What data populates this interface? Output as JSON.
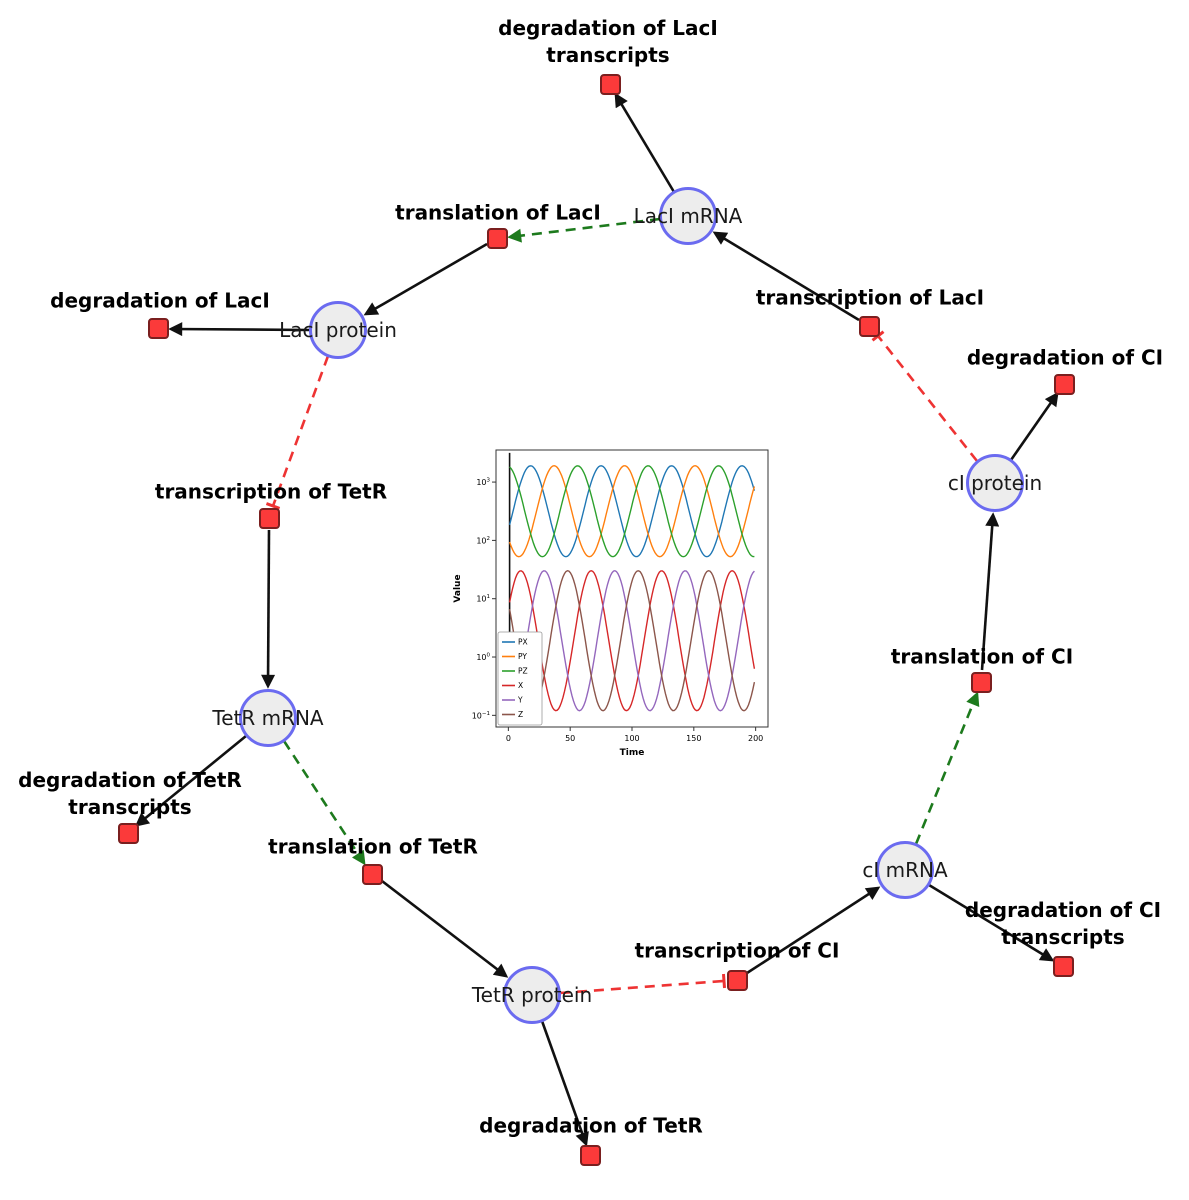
{
  "diagram": {
    "species": [
      {
        "id": "laci-mrna",
        "label": "LacI mRNA"
      },
      {
        "id": "laci-protein",
        "label": "LacI protein"
      },
      {
        "id": "tetr-mrna",
        "label": "TetR mRNA"
      },
      {
        "id": "tetr-protein",
        "label": "TetR protein"
      },
      {
        "id": "ci-mrna",
        "label": "cI mRNA"
      },
      {
        "id": "ci-protein",
        "label": "cI protein"
      }
    ],
    "reactions": [
      {
        "id": "degradation-of-laci-transcripts",
        "label": "degradation of LacI transcripts"
      },
      {
        "id": "translation-of-laci",
        "label": "translation of LacI"
      },
      {
        "id": "transcription-of-laci",
        "label": "transcription of LacI"
      },
      {
        "id": "degradation-of-laci",
        "label": "degradation of LacI"
      },
      {
        "id": "degradation-of-ci",
        "label": "degradation of CI"
      },
      {
        "id": "transcription-of-tetr",
        "label": "transcription of TetR"
      },
      {
        "id": "translation-of-ci",
        "label": "translation of CI"
      },
      {
        "id": "degradation-of-tetr-transcripts",
        "label": "degradation of TetR transcripts"
      },
      {
        "id": "translation-of-tetr",
        "label": "translation of TetR"
      },
      {
        "id": "degradation-of-ci-transcripts",
        "label": "degradation of CI transcripts"
      },
      {
        "id": "transcription-of-ci",
        "label": "transcription of CI"
      },
      {
        "id": "degradation-of-tetr",
        "label": "degradation of TetR"
      }
    ],
    "colors": {
      "species_fill": "#ededed",
      "species_border": "#6b6bf0",
      "reaction_fill": "#fb3a3a",
      "reaction_border": "#7a1f1f",
      "edge_black": "#111111",
      "edge_modifier_green": "#1d7a1d",
      "edge_inhibition_red": "#ee3333"
    }
  },
  "chart_data": {
    "type": "line",
    "title": "",
    "xlabel": "Time",
    "ylabel": "Value",
    "x_ticks": [
      0,
      50,
      100,
      150,
      200
    ],
    "xlim": [
      0,
      200
    ],
    "y_scale": "log10",
    "y_tick_exponents": [
      -1,
      0,
      1,
      2,
      3
    ],
    "ylim_log10": [
      -1.2,
      3.55
    ],
    "legend": [
      "PX",
      "PY",
      "PZ",
      "X",
      "Y",
      "Z"
    ],
    "legend_position": "lower-left",
    "waveform": "log10(value) = log10_mid + log10_amp * cos(2*pi*(t - peak_time)/period)",
    "initial_transient_line_at_t": 1,
    "series": [
      {
        "name": "PX",
        "color": "#1f77b4",
        "log10_mid": 2.5,
        "log10_amp": 0.78,
        "period": 57,
        "peak_time": 18
      },
      {
        "name": "PY",
        "color": "#ff7f0e",
        "log10_mid": 2.5,
        "log10_amp": 0.78,
        "period": 57,
        "peak_time": 37
      },
      {
        "name": "PZ",
        "color": "#2ca02c",
        "log10_mid": 2.5,
        "log10_amp": 0.78,
        "period": 57,
        "peak_time": 56
      },
      {
        "name": "X",
        "color": "#d62728",
        "log10_mid": 0.28,
        "log10_amp": 1.2,
        "period": 57,
        "peak_time": 10
      },
      {
        "name": "Y",
        "color": "#9467bd",
        "log10_mid": 0.28,
        "log10_amp": 1.2,
        "period": 57,
        "peak_time": 29
      },
      {
        "name": "Z",
        "color": "#8c564b",
        "log10_mid": 0.28,
        "log10_amp": 1.2,
        "period": 57,
        "peak_time": 48
      }
    ]
  }
}
